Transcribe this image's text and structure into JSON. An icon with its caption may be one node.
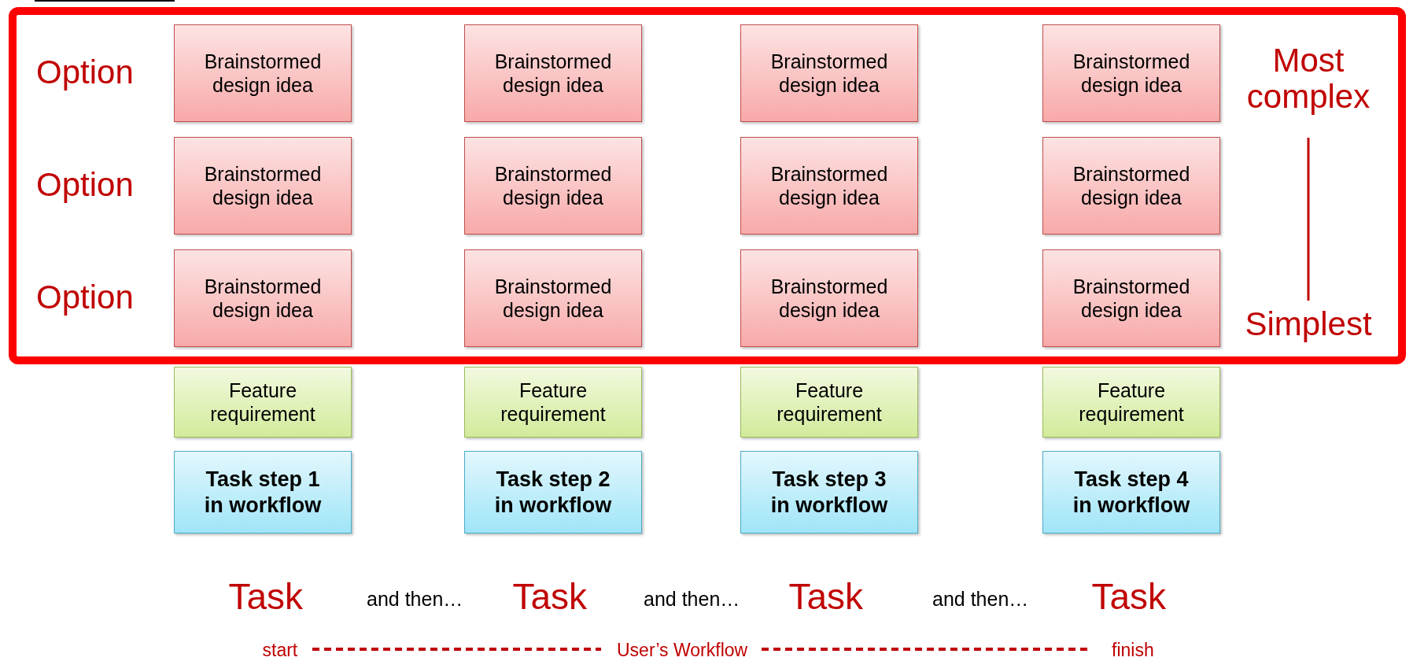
{
  "diagram": {
    "nodes": [
      {
        "text": [],
        "shape": "box"
      },
      {
        "text": [
          "Brainstormed design idea"
        ],
        "in": 0
      },
      {
        "text": [
          "Brainstormed design idea"
        ],
        "in": 0
      },
      {
        "text": [
          "Brainstormed design idea"
        ],
        "in": 0
      },
      {
        "text": [
          "Brainstormed design idea"
        ],
        "in": 0
      },
      {
        "text": [
          "Brainstormed design idea"
        ],
        "in": 0
      },
      {
        "text": [
          "Brainstormed design idea"
        ],
        "in": 0
      },
      {
        "text": [
          "Brainstormed design idea"
        ],
        "in": 0
      },
      {
        "text": [
          "Brainstormed design idea"
        ],
        "in": 0
      },
      {
        "text": [
          "Brainstormed design idea"
        ],
        "in": 0
      },
      {
        "text": [
          "Brainstormed design idea"
        ],
        "in": 0
      },
      {
        "text": [
          "Brainstormed design idea"
        ],
        "in": 0
      },
      {
        "text": [
          "Brainstormed design idea"
        ],
        "in": 0
      },
      {
        "text": [
          "Feature requirement"
        ]
      },
      {
        "text": [
          "Feature requirement"
        ]
      },
      {
        "text": [
          "Feature requirement"
        ]
      },
      {
        "text": [
          "Feature requirement"
        ]
      },
      {
        "text": [
          "Task step 1 in workflow"
        ]
      },
      {
        "text": [
          "Task step 2 in workflow"
        ]
      },
      {
        "text": [
          "Task step 3 in workflow"
        ]
      },
      {
        "text": [
          "Task step 4 in workflow"
        ]
      }
    ],
    "edges": [],
    "labels": [
      "Option",
      "Most complex",
      "Option",
      "Option",
      "Simplest",
      "Task",
      "and then…",
      "Task",
      "and then…",
      "Task",
      "and then…",
      "Task",
      "start",
      "User’s Workflow",
      "finish"
    ]
  }
}
